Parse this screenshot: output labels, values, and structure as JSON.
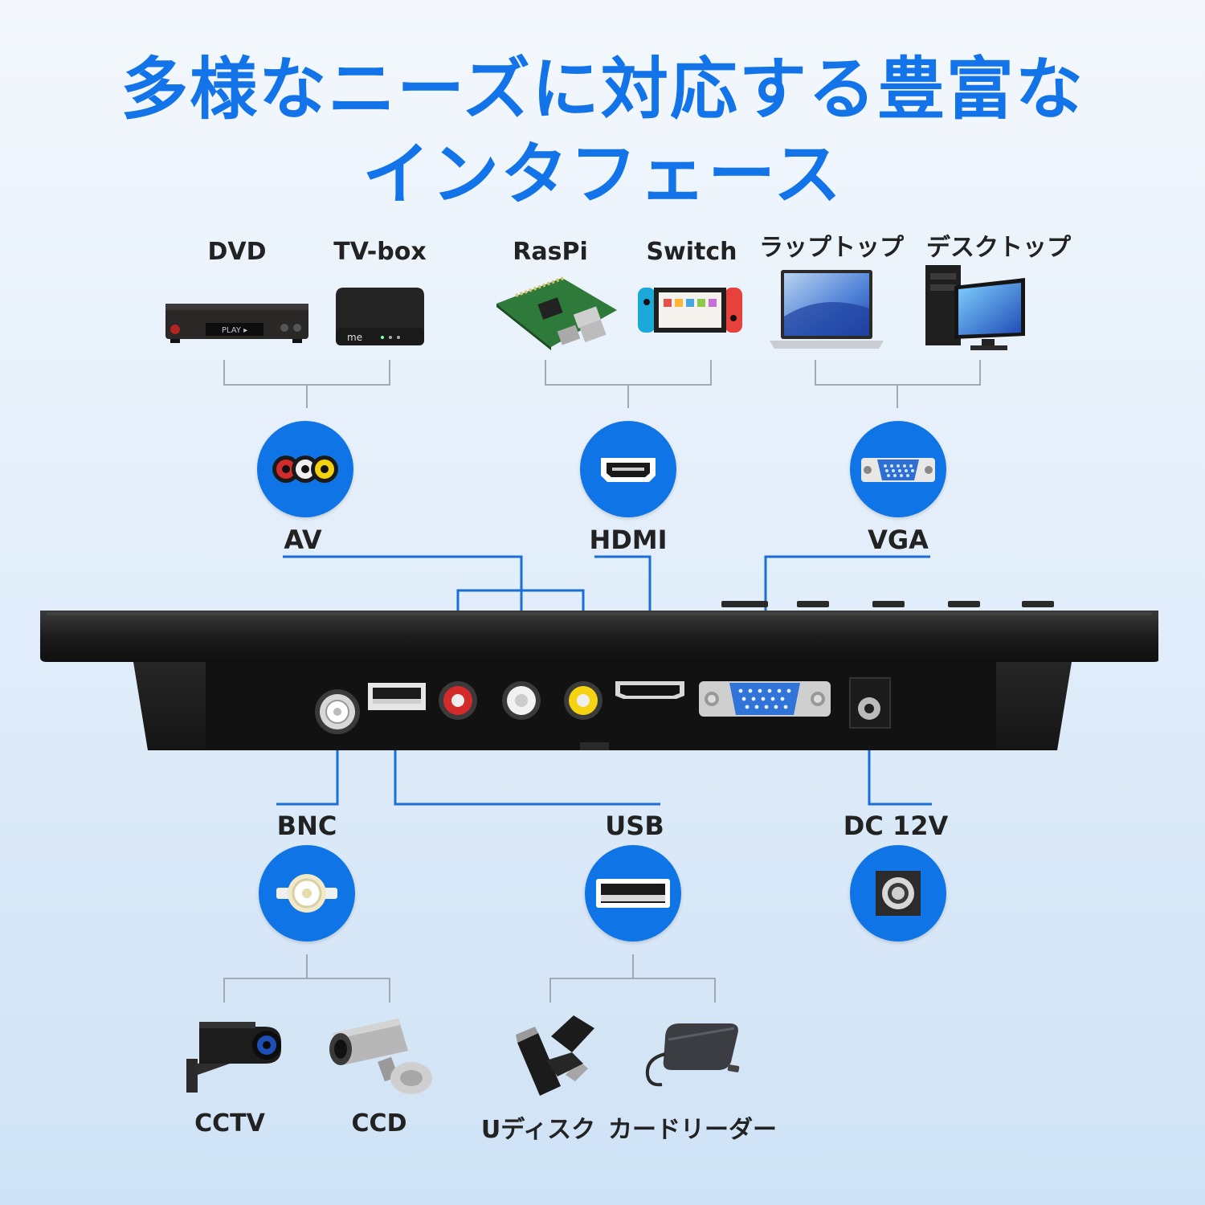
{
  "title": {
    "line1": "多様なニーズに対応する豊富な",
    "line2": "インタフェース"
  },
  "top_devices": [
    {
      "label": "DVD",
      "icon": "dvd-player-icon"
    },
    {
      "label": "TV-box",
      "icon": "tv-box-icon"
    },
    {
      "label": "RasPi",
      "icon": "raspberry-pi-icon"
    },
    {
      "label": "Switch",
      "icon": "game-console-icon"
    },
    {
      "label": "ラップトップ",
      "icon": "laptop-icon"
    },
    {
      "label": "デスクトップ",
      "icon": "desktop-computer-icon"
    }
  ],
  "top_ports": [
    {
      "label": "AV",
      "icon": "rca-av-port-icon"
    },
    {
      "label": "HDMI",
      "icon": "hdmi-port-icon"
    },
    {
      "label": "VGA",
      "icon": "vga-port-icon"
    }
  ],
  "bottom_ports": [
    {
      "label": "BNC",
      "icon": "bnc-port-icon"
    },
    {
      "label": "USB",
      "icon": "usb-port-icon"
    },
    {
      "label": "DC 12V",
      "icon": "dc-power-port-icon"
    }
  ],
  "bottom_devices": [
    {
      "label": "CCTV",
      "icon": "cctv-camera-icon"
    },
    {
      "label": "CCD",
      "icon": "ccd-camera-icon"
    },
    {
      "label": "Uディスク",
      "icon": "usb-flash-drive-icon"
    },
    {
      "label": "カードリーダー",
      "icon": "card-reader-icon"
    }
  ],
  "colors": {
    "title": "#1274e8",
    "circle": "#0f74e6",
    "connector_line": "#1a6fd6",
    "monitor_body": "#1b1b1b"
  }
}
